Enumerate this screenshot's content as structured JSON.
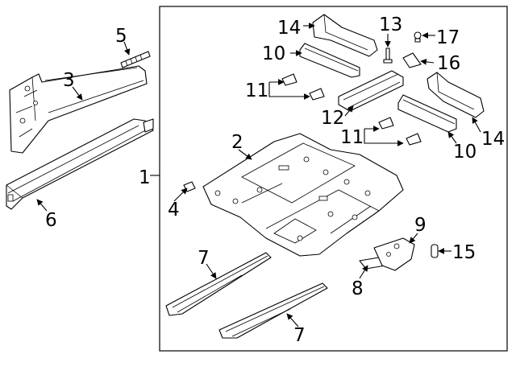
{
  "diagram": {
    "labels": {
      "l1": "1",
      "l2": "2",
      "l3": "3",
      "l4": "4",
      "l5": "5",
      "l6": "6",
      "l7a": "7",
      "l7b": "7",
      "l8": "8",
      "l9": "9",
      "l10a": "10",
      "l10b": "10",
      "l11a": "11",
      "l11b": "11",
      "l12": "12",
      "l13": "13",
      "l14a": "14",
      "l14b": "14",
      "l15": "15",
      "l16": "16",
      "l17": "17"
    }
  }
}
